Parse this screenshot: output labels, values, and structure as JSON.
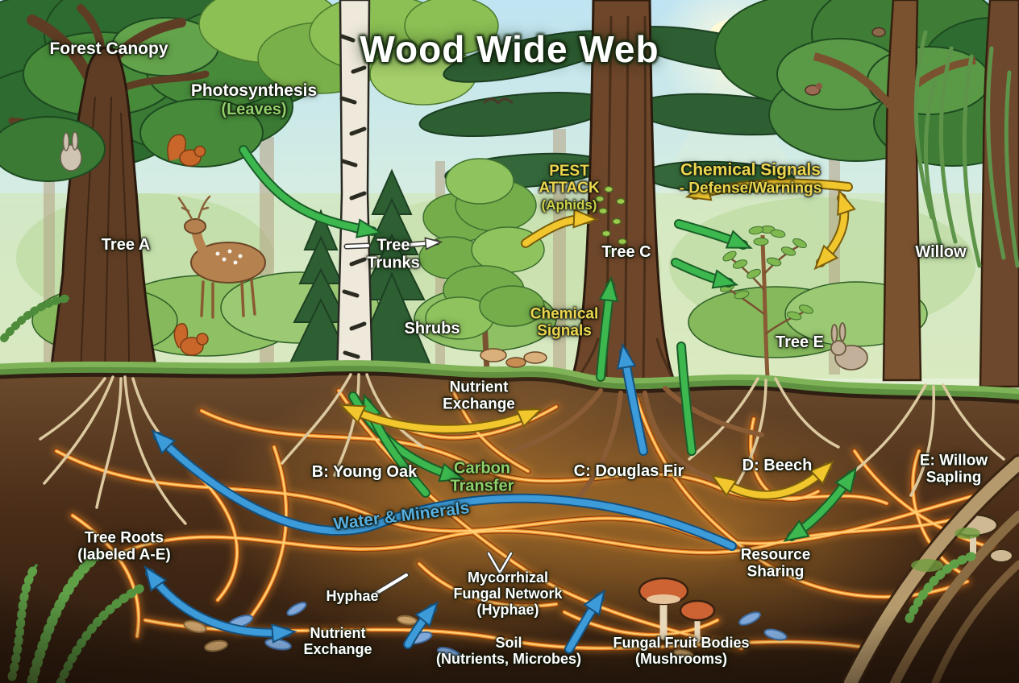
{
  "title": "Wood Wide Web",
  "colors": {
    "arrow_green": "#3cb84f",
    "arrow_yellow": "#f2c72e",
    "arrow_blue": "#3d9bd9",
    "label_white": "#ffffff",
    "label_yellow": "#ecd64f",
    "label_green": "#8fd06a",
    "label_blue": "#56aee0",
    "network_glow": "#ffb347",
    "soil_brown": "#4a2c1a",
    "canopy_green": "#3f7d36",
    "sky_blue": "#cde9f4"
  },
  "labels": {
    "forest_canopy": "Forest Canopy",
    "photosynthesis": {
      "line1": "Photosynthesis",
      "line2": "(Leaves)"
    },
    "tree_a": "Tree A",
    "tree_trunks": {
      "line1": "Tree",
      "line2": "Trunks"
    },
    "shrubs": "Shrubs",
    "pest_attack": {
      "line1": "PEST",
      "line2": "ATTACK",
      "line3": "(Aphids)"
    },
    "chemical_signals_defense": {
      "line1": "Chemical Signals",
      "line2": "- Defense/Warnings"
    },
    "tree_c": "Tree C",
    "willow": "Willow",
    "tree_e": "Tree E",
    "chemical_signals": {
      "line1": "Chemical",
      "line2": "Signals"
    },
    "nutrient_exchange_mid": {
      "line1": "Nutrient",
      "line2": "Exchange"
    },
    "b_young_oak": "B: Young Oak",
    "carbon_transfer": {
      "line1": "Carbon",
      "line2": "Transfer"
    },
    "c_douglas_fir": "C: Douglas Fir",
    "d_beech": "D: Beech",
    "e_willow_sapling": {
      "line1": "E: Willow",
      "line2": "Sapling"
    },
    "water_minerals": "Water & Minerals",
    "tree_roots": {
      "line1": "Tree Roots",
      "line2": "(labeled A-E)"
    },
    "resource_sharing": {
      "line1": "Resource",
      "line2": "Sharing"
    },
    "hyphae": "Hyphae",
    "nutrient_exchange_bottom": {
      "line1": "Nutrient",
      "line2": "Exchange"
    },
    "mycorrhizal_network": {
      "line1": "Mycorrhizal",
      "line2": "Fungal Network",
      "line3": "(Hyphae)"
    },
    "soil": {
      "line1": "Soil",
      "line2": "(Nutrients, Microbes)"
    },
    "fungal_fruit_bodies": {
      "line1": "Fungal Fruit Bodies",
      "line2": "(Mushrooms)"
    }
  },
  "scene": {
    "animals": [
      "deer",
      "squirrel",
      "rabbit",
      "birds"
    ],
    "flora": [
      "oak",
      "birch",
      "conifers",
      "pine",
      "willow",
      "sapling",
      "shrubs",
      "ferns",
      "mushrooms"
    ],
    "underground": [
      "tree-roots",
      "mycorrhizal-network",
      "soil-microbes",
      "fungal-fruit-bodies"
    ]
  }
}
